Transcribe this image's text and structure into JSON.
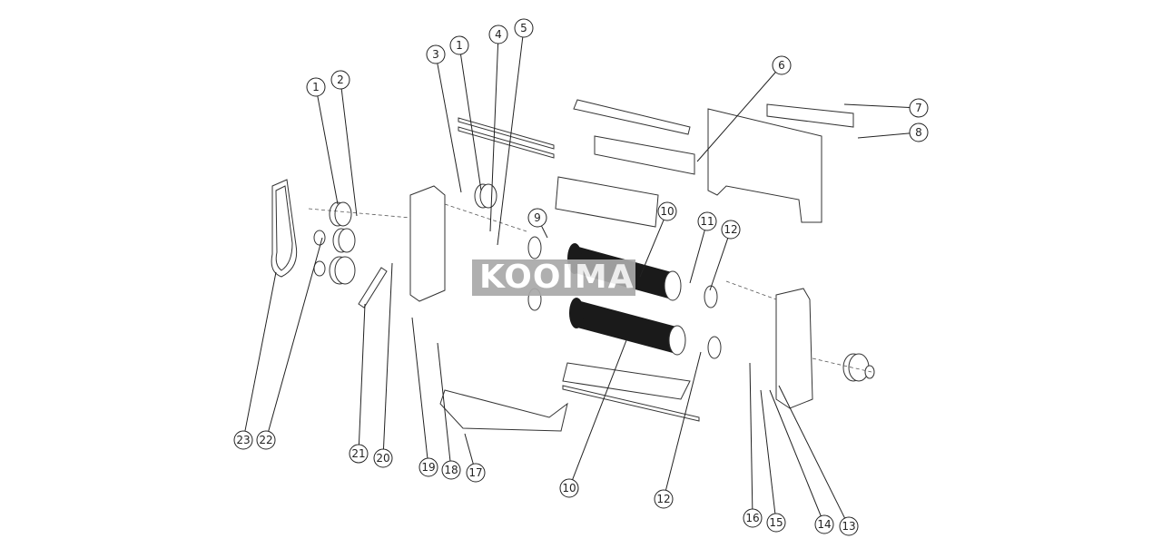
{
  "diagram": {
    "type": "exploded-parts-diagram",
    "watermark": "KOOIMANS",
    "watermark_visible": "KOOIMA",
    "callouts": [
      "1",
      "2",
      "3",
      "1",
      "4",
      "5",
      "6",
      "7",
      "8",
      "9",
      "10",
      "11",
      "12",
      "10",
      "12",
      "13",
      "14",
      "15",
      "16",
      "17",
      "18",
      "19",
      "20",
      "21",
      "22",
      "23"
    ]
  }
}
